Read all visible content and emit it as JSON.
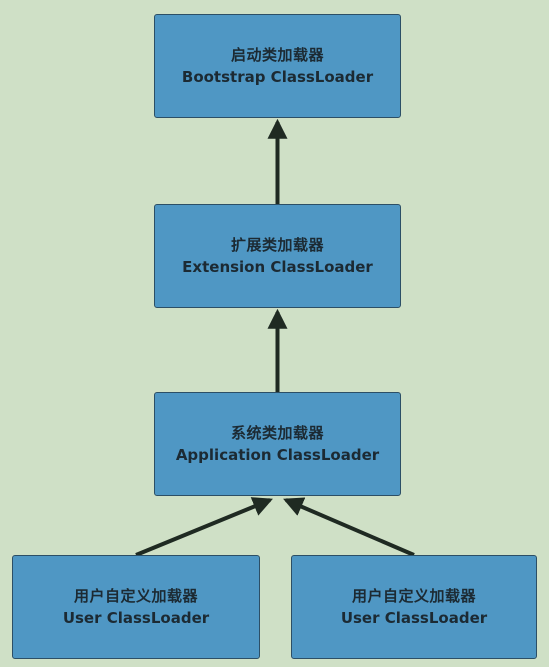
{
  "diagram": {
    "nodes": {
      "bootstrap": {
        "zh": "启动类加载器",
        "en": "Bootstrap ClassLoader"
      },
      "extension": {
        "zh": "扩展类加载器",
        "en": "Extension ClassLoader"
      },
      "application": {
        "zh": "系统类加载器",
        "en": "Application ClassLoader"
      },
      "user_left": {
        "zh": "用户自定义加载器",
        "en": "User ClassLoader"
      },
      "user_right": {
        "zh": "用户自定义加载器",
        "en": "User ClassLoader"
      }
    },
    "edges": [
      {
        "from": "extension",
        "to": "bootstrap"
      },
      {
        "from": "application",
        "to": "extension"
      },
      {
        "from": "user_left",
        "to": "application"
      },
      {
        "from": "user_right",
        "to": "application"
      }
    ],
    "colors": {
      "background": "#cfe0c6",
      "box_fill": "#4f97c4",
      "box_border": "#2c4f66",
      "arrow": "#1f2a22",
      "text": "#1c2a33"
    }
  }
}
